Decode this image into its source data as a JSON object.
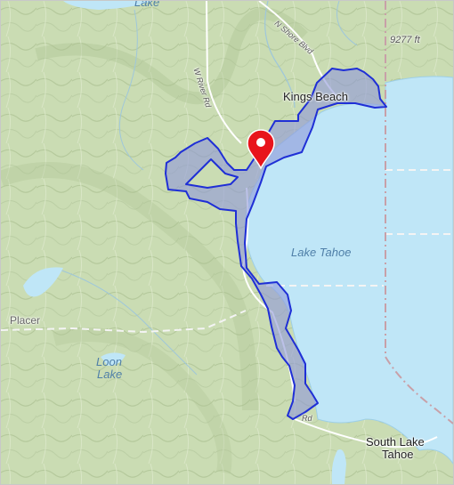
{
  "map": {
    "labels": {
      "kings_beach": "Kings Beach",
      "lake_tahoe": "Lake Tahoe",
      "south_lake_tahoe_line1": "South Lake",
      "south_lake_tahoe_line2": "Tahoe",
      "placer": "Placer",
      "loon_lake_line1": "Loon",
      "loon_lake_line2": "Lake",
      "lake_top": "Lake",
      "n_shore_blvd": "N Shore Blvd",
      "w_river_rd": "W River Rd",
      "rd_bottom": "Rd",
      "elevation": "9277 ft"
    },
    "icons": {
      "pin": "location-pin-icon"
    },
    "colors": {
      "terrain": "#cbdcb4",
      "water": "#bfe6f7",
      "boundary": "#1f2fd6",
      "boundary_fill": "#8f98d8",
      "pin": "#e8141b"
    }
  }
}
